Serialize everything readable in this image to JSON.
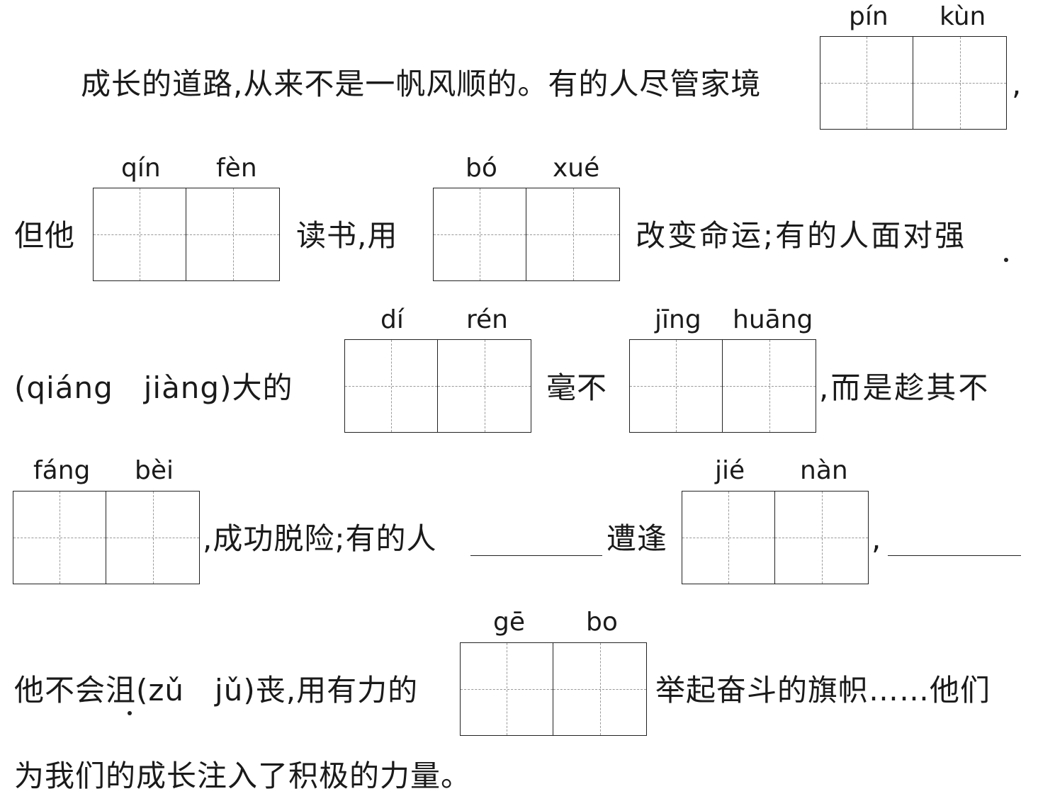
{
  "line1": {
    "text": "成长的道路,从来不是一帆风顺的。有的人尽管家境",
    "comma": ","
  },
  "box_pinkun": {
    "py1": "pín",
    "py2": "kùn"
  },
  "line2": {
    "start": "但他",
    "mid1": "读书,用",
    "mid2": "改变命运;有的人面对强"
  },
  "box_qinfen": {
    "py1": "qín",
    "py2": "fèn"
  },
  "box_boxue": {
    "py1": "bó",
    "py2": "xué"
  },
  "line3": {
    "start": "(qiáng　jiàng)大的",
    "mid": "毫不",
    "end": ",而是趁其不"
  },
  "box_diren": {
    "py1": "dí",
    "py2": "rén"
  },
  "box_jinghuang": {
    "py1": "jīng",
    "py2": "huāng"
  },
  "line4": {
    "mid": ",成功脱险;有的人",
    "mid2": "遭逢",
    "end": ","
  },
  "box_fangbei": {
    "py1": "fáng",
    "py2": "bèi"
  },
  "box_jienan": {
    "py1": "jié",
    "py2": "nàn"
  },
  "line5": {
    "start": "他不会沮(zǔ　jǔ)丧,用有力的",
    "end": "举起奋斗的旗帜……他们"
  },
  "box_gebo": {
    "py1": "gē",
    "py2": "bo"
  },
  "line6": {
    "text": "为我们的成长注入了积极的力量。"
  }
}
